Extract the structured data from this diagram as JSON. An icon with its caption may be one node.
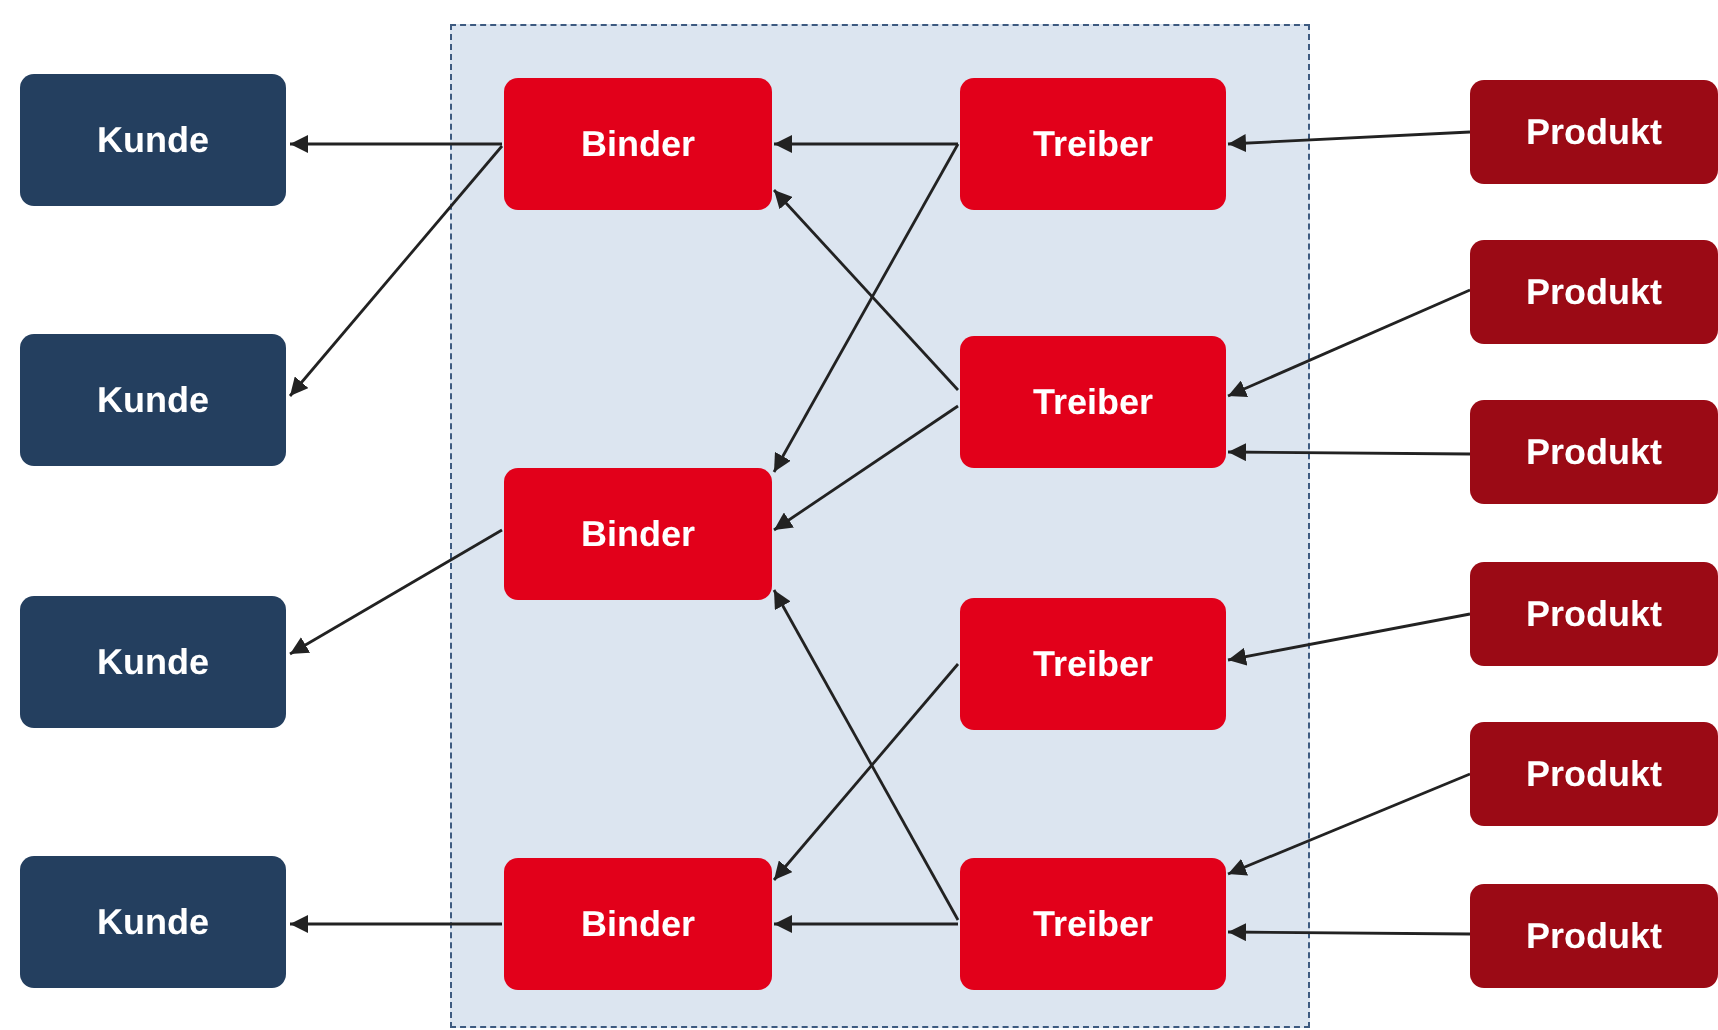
{
  "diagram": {
    "nodes": [
      {
        "text": [
          "Kunde"
        ]
      },
      {
        "text": [
          "Kunde"
        ]
      },
      {
        "text": [
          "Kunde"
        ]
      },
      {
        "text": [
          "Kunde"
        ]
      },
      {
        "text": [],
        "shape": "box"
      },
      {
        "text": [
          "Binder"
        ],
        "in": 4
      },
      {
        "text": [
          "Binder"
        ],
        "in": 4
      },
      {
        "text": [
          "Binder"
        ],
        "in": 4
      },
      {
        "text": [
          "Treiber"
        ],
        "in": 4
      },
      {
        "text": [
          "Treiber"
        ],
        "in": 4
      },
      {
        "text": [
          "Treiber"
        ],
        "in": 4
      },
      {
        "text": [
          "Treiber"
        ],
        "in": 4
      },
      {
        "text": [
          "Produkt"
        ]
      },
      {
        "text": [
          "Produkt"
        ]
      },
      {
        "text": [
          "Produkt"
        ]
      },
      {
        "text": [
          "Produkt"
        ]
      },
      {
        "text": [
          "Produkt"
        ]
      },
      {
        "text": [
          "Produkt"
        ]
      }
    ],
    "edges": [
      {
        "from": 5,
        "to": 0,
        "arrow": "to"
      },
      {
        "from": 5,
        "to": 1,
        "arrow": "to"
      },
      {
        "from": 6,
        "to": 2,
        "arrow": "to"
      },
      {
        "from": 7,
        "to": 3,
        "arrow": "to"
      },
      {
        "from": 8,
        "to": 5,
        "arrow": "to"
      },
      {
        "from": 8,
        "to": 6,
        "arrow": "to"
      },
      {
        "from": 9,
        "to": 5,
        "arrow": "to"
      },
      {
        "from": 9,
        "to": 6,
        "arrow": "to"
      },
      {
        "from": 10,
        "to": 7,
        "arrow": "to"
      },
      {
        "from": 11,
        "to": 6,
        "arrow": "to"
      },
      {
        "from": 11,
        "to": 7,
        "arrow": "to"
      },
      {
        "from": 12,
        "to": 8,
        "arrow": "to"
      },
      {
        "from": 13,
        "to": 9,
        "arrow": "to"
      },
      {
        "from": 14,
        "to": 9,
        "arrow": "to"
      },
      {
        "from": 15,
        "to": 10,
        "arrow": "to"
      },
      {
        "from": 16,
        "to": 11,
        "arrow": "to"
      },
      {
        "from": 17,
        "to": 11,
        "arrow": "to"
      }
    ]
  }
}
